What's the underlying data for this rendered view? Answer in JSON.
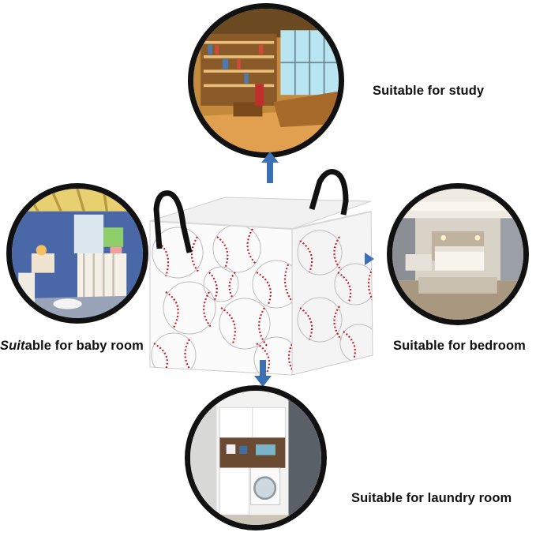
{
  "captions": {
    "study": "Suitable for study",
    "baby_room_lead": "Suit",
    "baby_room_rest": "able for baby room",
    "bedroom": "Suitable for bedroom",
    "laundry": "Suitable for laundry room"
  },
  "icons": {
    "up": "arrow-up-icon",
    "down": "arrow-down-icon",
    "right": "arrow-right-icon"
  },
  "colors": {
    "arrow": "#3d6fb3",
    "stitch": "#c8202a",
    "ring": "#111111"
  }
}
